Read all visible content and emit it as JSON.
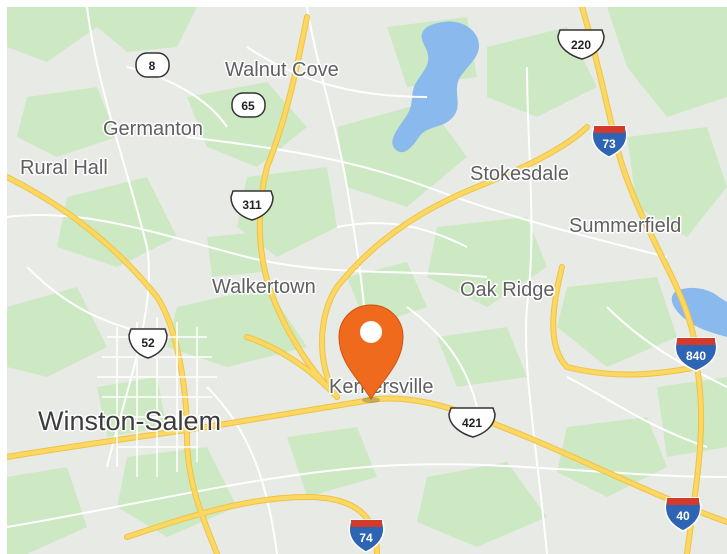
{
  "map": {
    "colors": {
      "land": "#e8eae6",
      "park": "#cde9c4",
      "water": "#8ab9ee",
      "road_major": "#fbd864",
      "road_major_edge": "#f0c243",
      "road_minor": "#ffffff",
      "pin": "#f06a1e",
      "pin_dark": "#c9520e",
      "interstate_blue": "#2d64b4",
      "interstate_red": "#d33a2c"
    },
    "places": [
      {
        "id": "walnut-cove",
        "name": "Walnut Cove"
      },
      {
        "id": "germanton",
        "name": "Germanton"
      },
      {
        "id": "rural-hall",
        "name": "Rural Hall"
      },
      {
        "id": "stokesdale",
        "name": "Stokesdale"
      },
      {
        "id": "summerfield",
        "name": "Summerfield"
      },
      {
        "id": "walkertown",
        "name": "Walkertown"
      },
      {
        "id": "oak-ridge",
        "name": "Oak Ridge"
      },
      {
        "id": "kernersville",
        "name": "Kernersville"
      },
      {
        "id": "winston-salem",
        "name": "Winston-Salem"
      }
    ],
    "shields": [
      {
        "id": "route-8",
        "number": "8",
        "type": "state"
      },
      {
        "id": "route-65",
        "number": "65",
        "type": "state"
      },
      {
        "id": "us-311",
        "number": "311",
        "type": "us"
      },
      {
        "id": "us-52",
        "number": "52",
        "type": "us"
      },
      {
        "id": "us-220",
        "number": "220",
        "type": "us"
      },
      {
        "id": "us-421",
        "number": "421",
        "type": "us"
      },
      {
        "id": "i-73",
        "number": "73",
        "type": "interstate"
      },
      {
        "id": "i-840",
        "number": "840",
        "type": "interstate"
      },
      {
        "id": "i-74",
        "number": "74",
        "type": "interstate"
      },
      {
        "id": "i-40",
        "number": "40",
        "type": "interstate"
      }
    ],
    "pin": {
      "icon": "location-pin-icon",
      "place": "Kernersville"
    }
  }
}
